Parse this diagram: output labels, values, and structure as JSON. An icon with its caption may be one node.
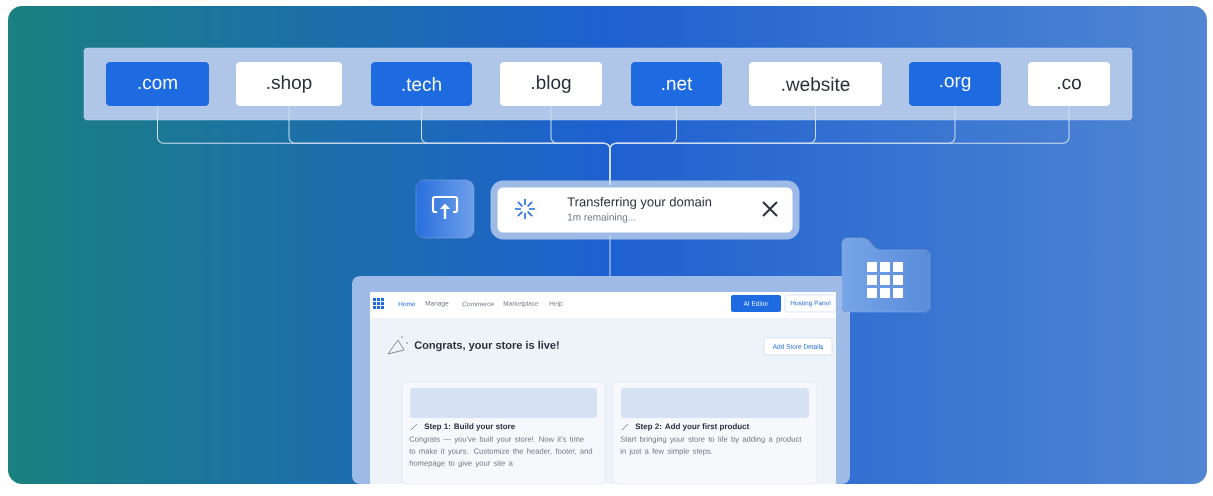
{
  "diagram": {
    "nodes": [
      {
        "text": [],
        "shape": "box"
      },
      {
        "text": [
          ".com"
        ],
        "in": 0
      },
      {
        "text": [
          ".shop"
        ],
        "in": 0
      },
      {
        "text": [
          ".tech"
        ],
        "in": 0
      },
      {
        "text": [
          ".blog"
        ],
        "in": 0
      },
      {
        "text": [
          ".net"
        ],
        "in": 0
      },
      {
        "text": [
          ".website"
        ],
        "in": 0
      },
      {
        "text": [
          ".org"
        ],
        "in": 0
      },
      {
        "text": [
          ".co"
        ],
        "in": 0
      },
      {
        "text": [
          "Transferring your domain",
          "1m remaining..."
        ]
      },
      {
        "text": [],
        "shape": "box"
      },
      {
        "text": [
          "AI Editor"
        ],
        "in": 10
      },
      {
        "text": [
          "Hosting Panel"
        ],
        "in": 10
      },
      {
        "text": [
          "Add Store Details"
        ],
        "in": 10
      },
      {
        "text": [
          "Step 1: Build your store",
          "Congrats — you've built your store! Now it's time to make it yours. Customize the header, footer, and homepage to give your site a"
        ],
        "in": 10
      },
      {
        "text": [
          "Step 2: Add your first product",
          "Start bringing your store to life by adding a product in just a few simple steps."
        ],
        "in": 10
      }
    ],
    "edges": [
      {
        "from": 1,
        "to": 9,
        "arrow": "none"
      },
      {
        "from": 2,
        "to": 9,
        "arrow": "none"
      },
      {
        "from": 3,
        "to": 9,
        "arrow": "none"
      },
      {
        "from": 4,
        "to": 9,
        "arrow": "none"
      },
      {
        "from": 5,
        "to": 9,
        "arrow": "none"
      },
      {
        "from": 6,
        "to": 9,
        "arrow": "none"
      },
      {
        "from": 7,
        "to": 9,
        "arrow": "none"
      },
      {
        "from": 8,
        "to": 9,
        "arrow": "none"
      },
      {
        "from": 9,
        "to": 10,
        "arrow": "none"
      }
    ],
    "labels": [
      "Home",
      "Manage",
      "Commerce",
      "Marketplace",
      "Help",
      "Congrats, your store is live!"
    ]
  }
}
